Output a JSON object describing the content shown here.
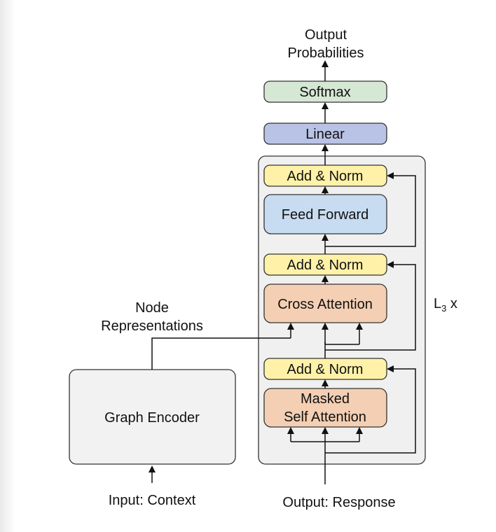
{
  "output_label": [
    "Output",
    "Probabilities"
  ],
  "softmax": "Softmax",
  "linear": "Linear",
  "add_norm": "Add & Norm",
  "feed_forward": "Feed Forward",
  "cross_attention": "Cross Attention",
  "masked_self_attention": [
    "Masked",
    "Self Attention"
  ],
  "graph_encoder": "Graph Encoder",
  "node_repr_label": [
    "Node",
    "Representations"
  ],
  "input_label": "Input: Context",
  "output_response_label": "Output: Response",
  "layer_repeat": {
    "base": "L",
    "sub": "3",
    "suffix": " x"
  },
  "colors": {
    "softmax": "#d5e8d4",
    "linear": "#b9c3e6",
    "add_norm": "#fff2a8",
    "feed_forward": "#c7dcf0",
    "attention": "#f4cfb3",
    "encoder": "#f2f2f2",
    "block": "#f0f0f0"
  }
}
